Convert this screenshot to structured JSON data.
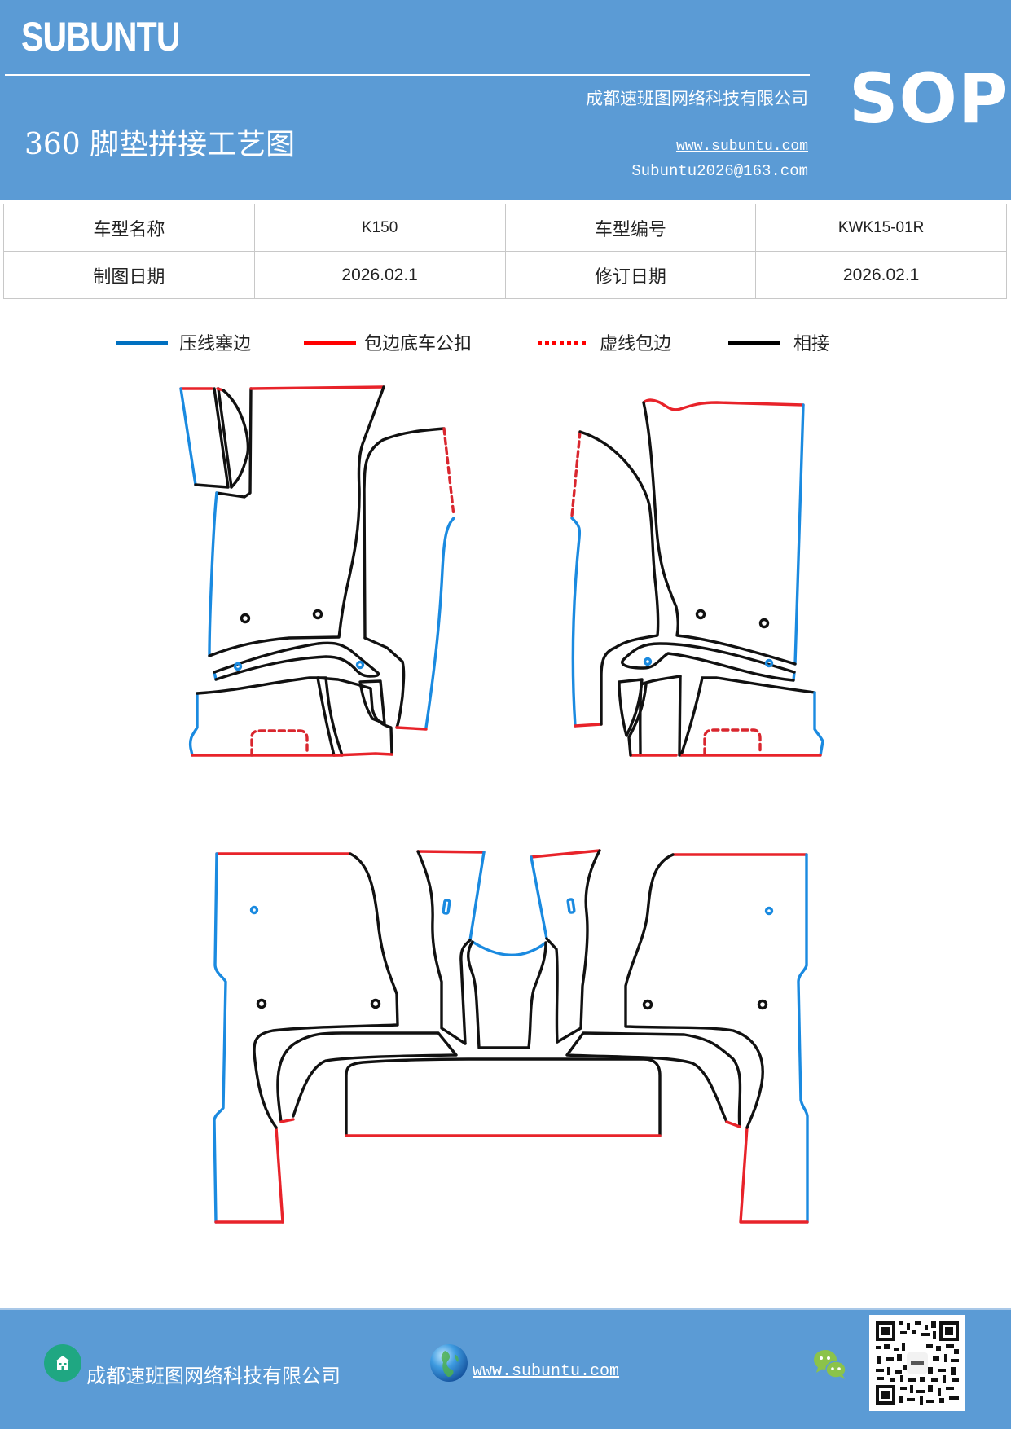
{
  "header": {
    "brand": "SUBUNTU",
    "title": "360 脚垫拼接工艺图",
    "company": "成都速班图网络科技有限公司",
    "website": "www.subuntu.com",
    "email": "Subuntu2026@163.com",
    "badge": "SOP",
    "background_color": "#5b9bd5"
  },
  "info_table": {
    "rows": [
      {
        "label1": "车型名称",
        "value1": "K150",
        "label2": "车型编号",
        "value2": "KWK15-01R"
      },
      {
        "label1": "制图日期",
        "value1": "2026.02.1",
        "label2": "修订日期",
        "value2": "2026.02.1"
      }
    ]
  },
  "legend": {
    "items": [
      {
        "label": "压线塞边",
        "color": "#0070c0",
        "style": "solid"
      },
      {
        "label": "包边底车公扣",
        "color": "#ff0000",
        "style": "solid"
      },
      {
        "label": "虚线包边",
        "color": "#ff0000",
        "style": "dashed"
      },
      {
        "label": "相接",
        "color": "#000000",
        "style": "solid"
      }
    ]
  },
  "diagram": {
    "pieces": [
      "front-left-floor-mat",
      "front-right-floor-mat",
      "rear-left-floor-mat",
      "rear-center-tunnel-pieces",
      "rear-right-floor-mat",
      "rear-center-panel"
    ]
  },
  "footer": {
    "company": "成都速班图网络科技有限公司",
    "website": "www.subuntu.com",
    "icons": [
      "building-icon",
      "globe-icon",
      "wechat-icon",
      "qr-code"
    ]
  }
}
